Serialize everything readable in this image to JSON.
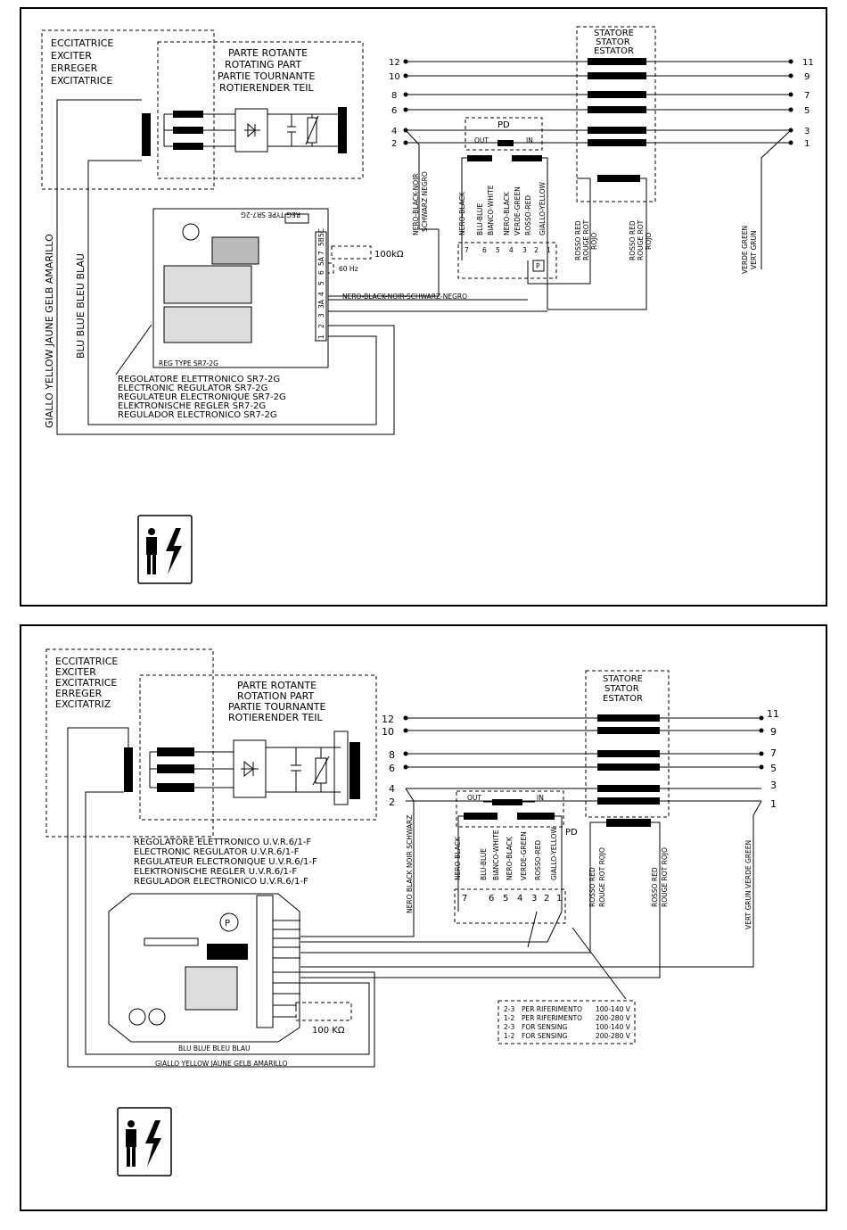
{
  "top": {
    "exciter_label": [
      "ECCITATRICE",
      "EXCITER",
      "ERREGER",
      "EXCITATRICE"
    ],
    "rotor_label": [
      "PARTE ROTANTE",
      "ROTATING PART",
      "PARTIE TOURNANTE",
      "ROTIERENDER TEIL"
    ],
    "stator_label": [
      "STATORE",
      "STATOR",
      "ESTATOR"
    ],
    "left_terminals": [
      "12",
      "10",
      "8",
      "6",
      "4",
      "2"
    ],
    "right_terminals": [
      "11",
      "9",
      "7",
      "5",
      "3",
      "1"
    ],
    "pd_label": "PD",
    "out_label": "OUT",
    "in_label": "IN",
    "p_label": "P",
    "pd_pins": [
      "7",
      "6",
      "5",
      "4",
      "3",
      "2",
      "1"
    ],
    "pd_wire_labels": [
      "NERO-BLACK",
      "BLU-BLUE",
      "BIANCO-WHITE",
      "NERO-BLACK",
      "VERDE-GREEN",
      "ROSSO-RED",
      "GIALLO-YELLOW"
    ],
    "neutral_label": [
      "NERO-BLACK-NOIR",
      "SCHWARZ NEGRO"
    ],
    "red1_label": [
      "ROSSO RED",
      "ROUGE ROT",
      "ROJO"
    ],
    "red2_label": [
      "ROSSO RED",
      "ROUGE ROT",
      "ROJO"
    ],
    "green_label": [
      "VERDE GREEN",
      "VERT GRUN"
    ],
    "resistor_label": "100kΩ",
    "hz_label": "60 Hz",
    "black_line_label": "NERO-BLACK-NOIR-SCHWARZ-NEGRO",
    "yellow_label": "GIALLO YELLOW JAUNE GELB AMARILLO",
    "blue_label": "BLU BLUE BLEU BLAU",
    "reg_top_label": "REG TYPE SR7-2G",
    "reg_bottom_label": "REG TYPE SR7-2G",
    "reg_terminals": [
      "1",
      "2",
      "3",
      "3A",
      "4",
      "5",
      "6",
      "5A",
      "7",
      "5B",
      "5C"
    ],
    "regulator_label": [
      "REGOLATORE ELETTRONICO SR7-2G",
      "ELECTRONIC REGULATOR SR7-2G",
      "REGULATEUR ELECTRONIQUE SR7-2G",
      "ELEKTRONISCHE REGLER SR7-2G",
      "REGULADOR ELECTRONICO SR7-2G"
    ]
  },
  "bottom": {
    "exciter_label": [
      "ECCITATRICE",
      "EXCITER",
      "EXCITATRICE",
      "ERREGER",
      "EXCITATRIZ"
    ],
    "rotor_label": [
      "PARTE ROTANTE",
      "ROTATION PART",
      "PARTIE TOURNANTE",
      "ROTIERENDER TEIL"
    ],
    "stator_label": [
      "STATORE",
      "STATOR",
      "ESTATOR"
    ],
    "left_terminals": [
      "12",
      "10",
      "8",
      "6",
      "4",
      "2"
    ],
    "right_terminals": [
      "11",
      "9",
      "7",
      "5",
      "3",
      "1"
    ],
    "pd_label": "PD",
    "out_label": "OUT",
    "in_label": "IN",
    "p_label": "P",
    "pd_pins": [
      "7",
      "6",
      "5",
      "4",
      "3",
      "2",
      "1"
    ],
    "pd_wire_labels": [
      "NERO-BLACK",
      "BLU-BLUE",
      "BIANCO-WHITE",
      "NERO-BLACK",
      "VERDE-GREEN",
      "ROSSO-RED",
      "GIALLO-YELLOW"
    ],
    "neutral_label": "NERO BLACK NOIR SCHWARZ",
    "red1_label": [
      "ROSSO RED",
      "ROUGE ROT ROJO"
    ],
    "red2_label": [
      "ROSSO RED",
      "ROUGE ROT ROJO"
    ],
    "green_label": "VERT GRUN VERDE GREEN",
    "resistor_label": "100 KΩ",
    "blue_label": "BLU BLUE BLEU BLAU",
    "yellow_label": "GIALLO YELLOW JAUNE GELB AMARILLO",
    "regulator_label": [
      "REGOLATORE ELETTRONICO U.V.R.6/1-F",
      "ELECTRONIC REGULATOR U.V.R.6/1-F",
      "REGULATEUR ELECTRONIQUE U.V.R.6/1-F",
      "ELEKTRONISCHE REGLER U.V.R.6/1-F",
      "REGULADOR ELECTRONICO U.V.R.6/1-F"
    ],
    "sensing_table": [
      {
        "pins": "2-3",
        "desc": "PER RIFERIMENTO",
        "range": "100-140 V"
      },
      {
        "pins": "1-2",
        "desc": "PER RIFERIMENTO",
        "range": "200-280 V"
      },
      {
        "pins": "2-3",
        "desc": "FOR SENSING",
        "range": "100-140 V"
      },
      {
        "pins": "1-2",
        "desc": "FOR SENSING",
        "range": "200-280 V"
      }
    ]
  },
  "icons": [
    "electrical-hazard-icon",
    "electrical-hazard-icon"
  ]
}
